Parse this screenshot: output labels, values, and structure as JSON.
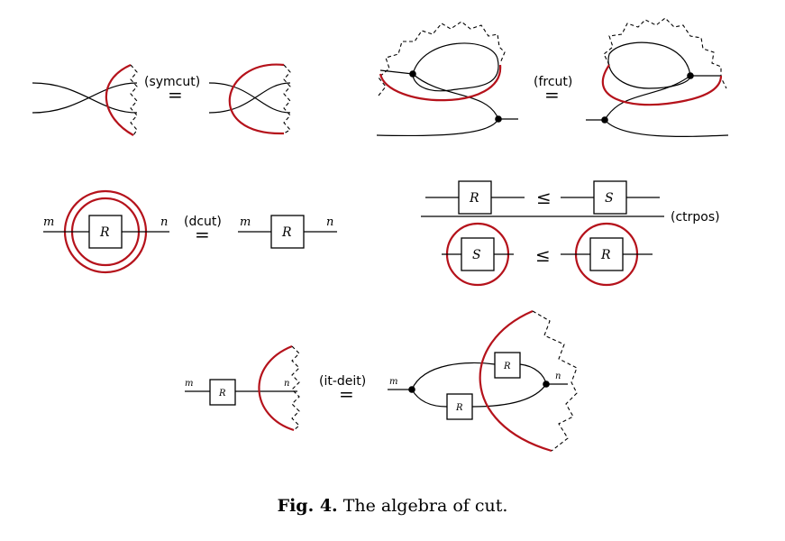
{
  "rules": {
    "symcut": "(symcut)",
    "frcut": "(frcut)",
    "dcut": "(dcut)",
    "ctrpos": "(ctrpos)",
    "itdeit": "(it-deit)"
  },
  "symbols": {
    "equals": "=",
    "leq": "≤"
  },
  "labels": {
    "m": "m",
    "n": "n",
    "R": "R",
    "S": "S"
  },
  "caption": {
    "label": "Fig. 4.",
    "text": "The algebra of cut."
  },
  "colors": {
    "cut": "#b5121b",
    "ink": "#000000"
  }
}
